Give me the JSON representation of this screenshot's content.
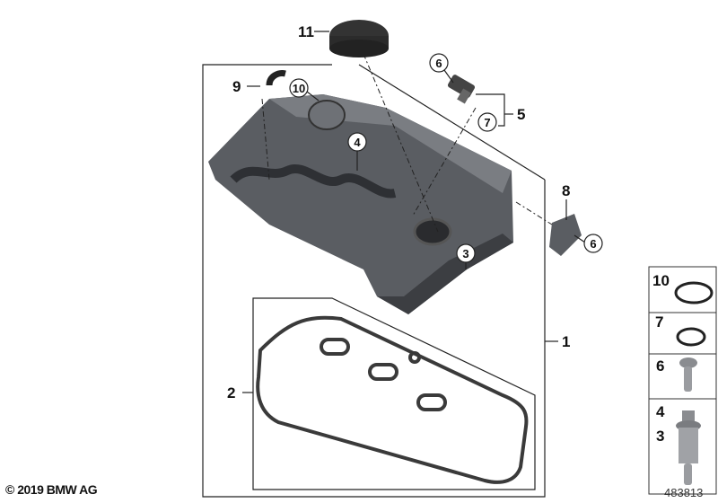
{
  "callouts": {
    "c1": "1",
    "c2": "2",
    "c3": "3",
    "c4": "4",
    "c5": "5",
    "c6a": "6",
    "c6b": "6",
    "c7": "7",
    "c8": "8",
    "c9": "9",
    "c10": "10",
    "c11": "11"
  },
  "side_panel": [
    {
      "labels": [
        "10"
      ],
      "part": "o-ring-large"
    },
    {
      "labels": [
        "7"
      ],
      "part": "o-ring-small"
    },
    {
      "labels": [
        "6"
      ],
      "part": "screw"
    },
    {
      "labels": [
        "4",
        "3"
      ],
      "part": "stud-bolt"
    }
  ],
  "copyright": "© 2019 BMW AG",
  "image_number": "483813",
  "colors": {
    "part_grey": "#5a5d62",
    "part_dark": "#3c3e42",
    "line": "#222222"
  }
}
